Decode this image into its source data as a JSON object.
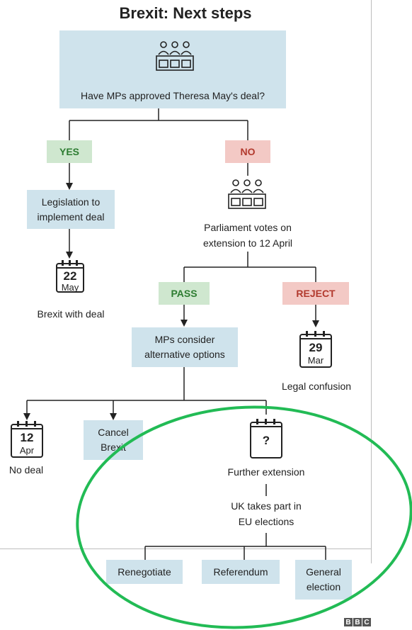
{
  "title": "Brexit: Next steps",
  "question": "Have MPs approved Theresa May's deal?",
  "yes_tag": "YES",
  "no_tag": "NO",
  "legislation_line1": "Legislation to",
  "legislation_line2": "implement deal",
  "cal_may_day": "22",
  "cal_may_month": "May",
  "brexit_with_deal": "Brexit with deal",
  "parliament_line1": "Parliament votes on",
  "parliament_line2": "extension to 12 April",
  "pass_tag": "PASS",
  "reject_tag": "REJECT",
  "mps_line1": "MPs consider",
  "mps_line2": "alternative options",
  "cal_mar_day": "29",
  "cal_mar_month": "Mar",
  "legal_confusion": "Legal confusion",
  "cal_apr_day": "12",
  "cal_apr_month": "Apr",
  "no_deal": "No deal",
  "cancel_line1": "Cancel",
  "cancel_line2": "Brexit",
  "question_mark": "?",
  "further_extension": "Further extension",
  "uk_line1": "UK takes part in",
  "uk_line2": "EU elections",
  "renegotiate": "Renegotiate",
  "referendum": "Referendum",
  "general_line1": "General",
  "general_line2": "election",
  "logo_b1": "B",
  "logo_b2": "B",
  "logo_c": "C",
  "colors": {
    "box_blue": "#cfe3ec",
    "tag_green_bg": "#cfe7cf",
    "tag_green_text": "#2e7d32",
    "tag_red_bg": "#f3c9c5",
    "tag_red_text": "#b23a2e",
    "annotation_ellipse": "#22bb55"
  },
  "icons": [
    "parliament-icon",
    "calendar-icon",
    "arrow-icon"
  ]
}
